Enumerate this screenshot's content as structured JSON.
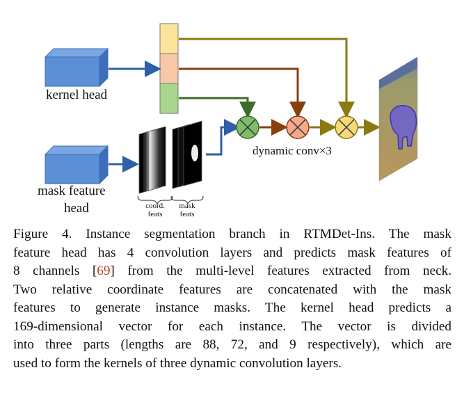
{
  "figure": {
    "labels": {
      "kernel_head": "kernel head",
      "mask_feature_head_line1": "mask feature",
      "mask_feature_head_line2": "head",
      "coord_feats_line1": "coord.",
      "coord_feats_line2": "feats",
      "mask_feats_line1": "mask",
      "mask_feats_line2": "feats",
      "dynamic_conv": "dynamic conv×3"
    },
    "colors": {
      "head_box": "#5b8fd6",
      "arrow_blue": "#2e5fa8",
      "kernel_part1": "#fce59a",
      "kernel_part2": "#f6c8a8",
      "kernel_part3": "#a8d68c",
      "arrow_olive": "#8a7a10",
      "arrow_brown": "#8a3e10",
      "arrow_green": "#3f6a2a",
      "op1": "#7dbd6a",
      "op2": "#f4a98a",
      "op3": "#f8d979"
    }
  },
  "caption": {
    "line1": "Figure 4. Instance segmentation branch in RTMDet-Ins. The mask",
    "line2": "feature head has 4 convolution layers and predicts mask features of",
    "line3_pre": "8 channels [",
    "line3_cite": "69",
    "line3_post": "] from the multi-level features extracted from neck.",
    "line4": "Two relative coordinate features are concatenated with the mask",
    "line5": "features to generate instance masks.  The kernel head predicts a",
    "line6": "169-dimensional vector for each instance.  The vector is divided",
    "line7": "into three parts (lengths are 88, 72, and 9 respectively), which are",
    "line8": "used to form the kernels of three dynamic convolution layers."
  }
}
